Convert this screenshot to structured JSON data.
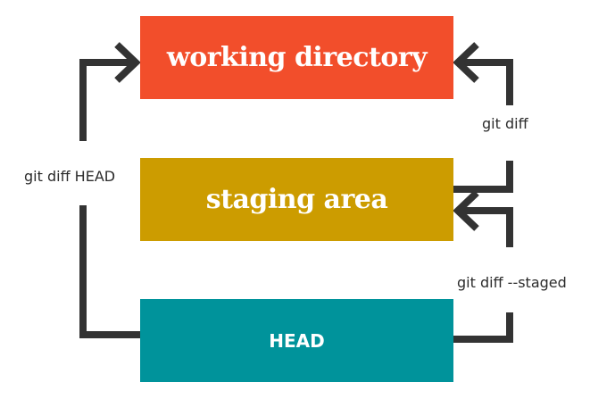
{
  "colors": {
    "working_directory": "#f24e2b",
    "staging_area": "#cc9c00",
    "head": "#00939b",
    "arrow": "#333333"
  },
  "boxes": {
    "working_directory": "working directory",
    "staging_area": "staging area",
    "head": "HEAD"
  },
  "commands": {
    "diff_head": "git diff HEAD",
    "diff": "git diff",
    "diff_staged": "git diff --staged"
  }
}
